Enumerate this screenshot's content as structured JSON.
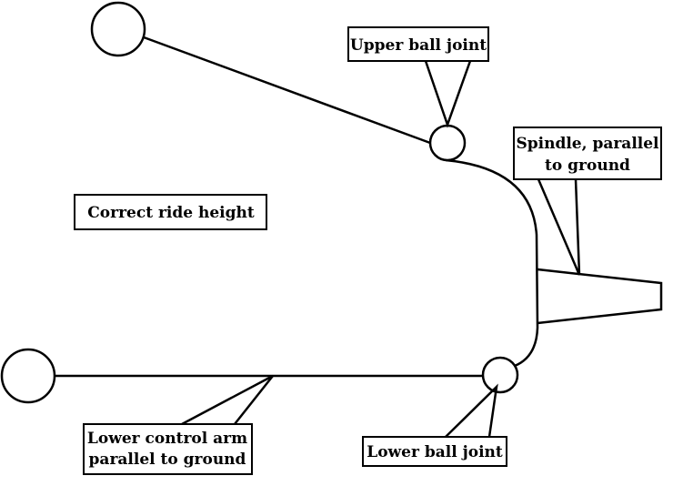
{
  "labels": {
    "upper_ball_joint": "Upper ball joint",
    "spindle_line1": "Spindle, parallel",
    "spindle_line2": "to ground",
    "ride_height": "Correct ride height",
    "lower_arm_line1": "Lower control arm",
    "lower_arm_line2": "parallel to ground",
    "lower_ball_joint": "Lower ball joint"
  },
  "colors": {
    "stroke": "#000000",
    "background": "#ffffff"
  }
}
